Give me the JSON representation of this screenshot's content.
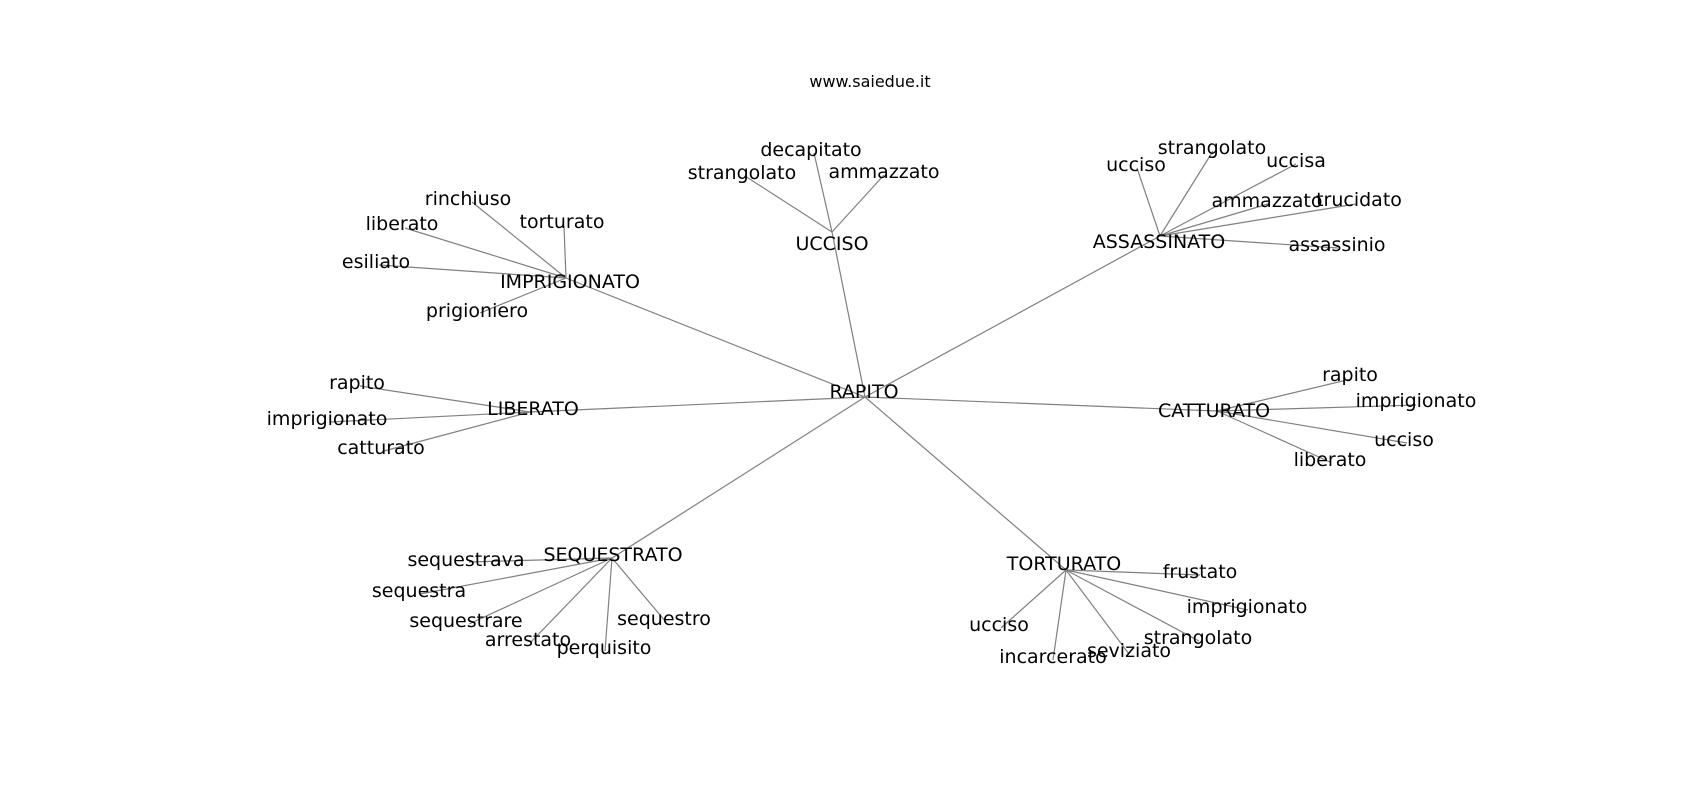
{
  "header": {
    "source": "www.saiedue.it"
  },
  "graph": {
    "center": "RAPITO",
    "clusters": [
      {
        "hub": "UCCISO",
        "leaves": [
          "decapitato",
          "strangolato",
          "ammazzato"
        ]
      },
      {
        "hub": "ASSASSINATO",
        "leaves": [
          "ucciso",
          "strangolato",
          "uccisa",
          "ammazzato",
          "trucidato",
          "assassinio"
        ]
      },
      {
        "hub": "IMPRIGIONATO",
        "leaves": [
          "rinchiuso",
          "liberato",
          "torturato",
          "esiliato",
          "prigioniero"
        ]
      },
      {
        "hub": "LIBERATO",
        "leaves": [
          "rapito",
          "imprigionato",
          "catturato"
        ]
      },
      {
        "hub": "CATTURATO",
        "leaves": [
          "rapito",
          "imprigionato",
          "ucciso",
          "liberato"
        ]
      },
      {
        "hub": "SEQUESTRATO",
        "leaves": [
          "sequestrava",
          "sequestra",
          "sequestrare",
          "arrestato",
          "perquisito",
          "sequestro"
        ]
      },
      {
        "hub": "TORTURATO",
        "leaves": [
          "frustato",
          "imprigionato",
          "strangolato",
          "seviziato",
          "incarcerato",
          "ucciso"
        ]
      }
    ]
  }
}
